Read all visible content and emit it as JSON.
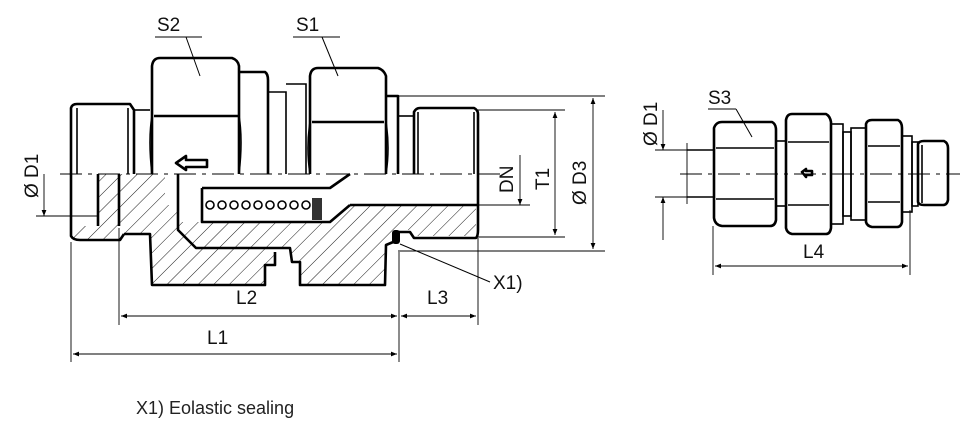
{
  "diagram": {
    "title": "Check valve fitting drawing",
    "main_view": {
      "labels": {
        "s2": "S2",
        "s1": "S1",
        "d1": "Ø D1",
        "dn": "DN",
        "t1": "T1",
        "d3": "Ø D3",
        "x1": "X1)",
        "l1": "L1",
        "l2": "L2",
        "l3": "L3"
      }
    },
    "side_view": {
      "labels": {
        "s3": "S3",
        "d1": "Ø D1",
        "l4": "L4"
      }
    },
    "footnote": "X1) Eolastic sealing",
    "colors": {
      "line": "#000000",
      "background": "#ffffff"
    }
  }
}
